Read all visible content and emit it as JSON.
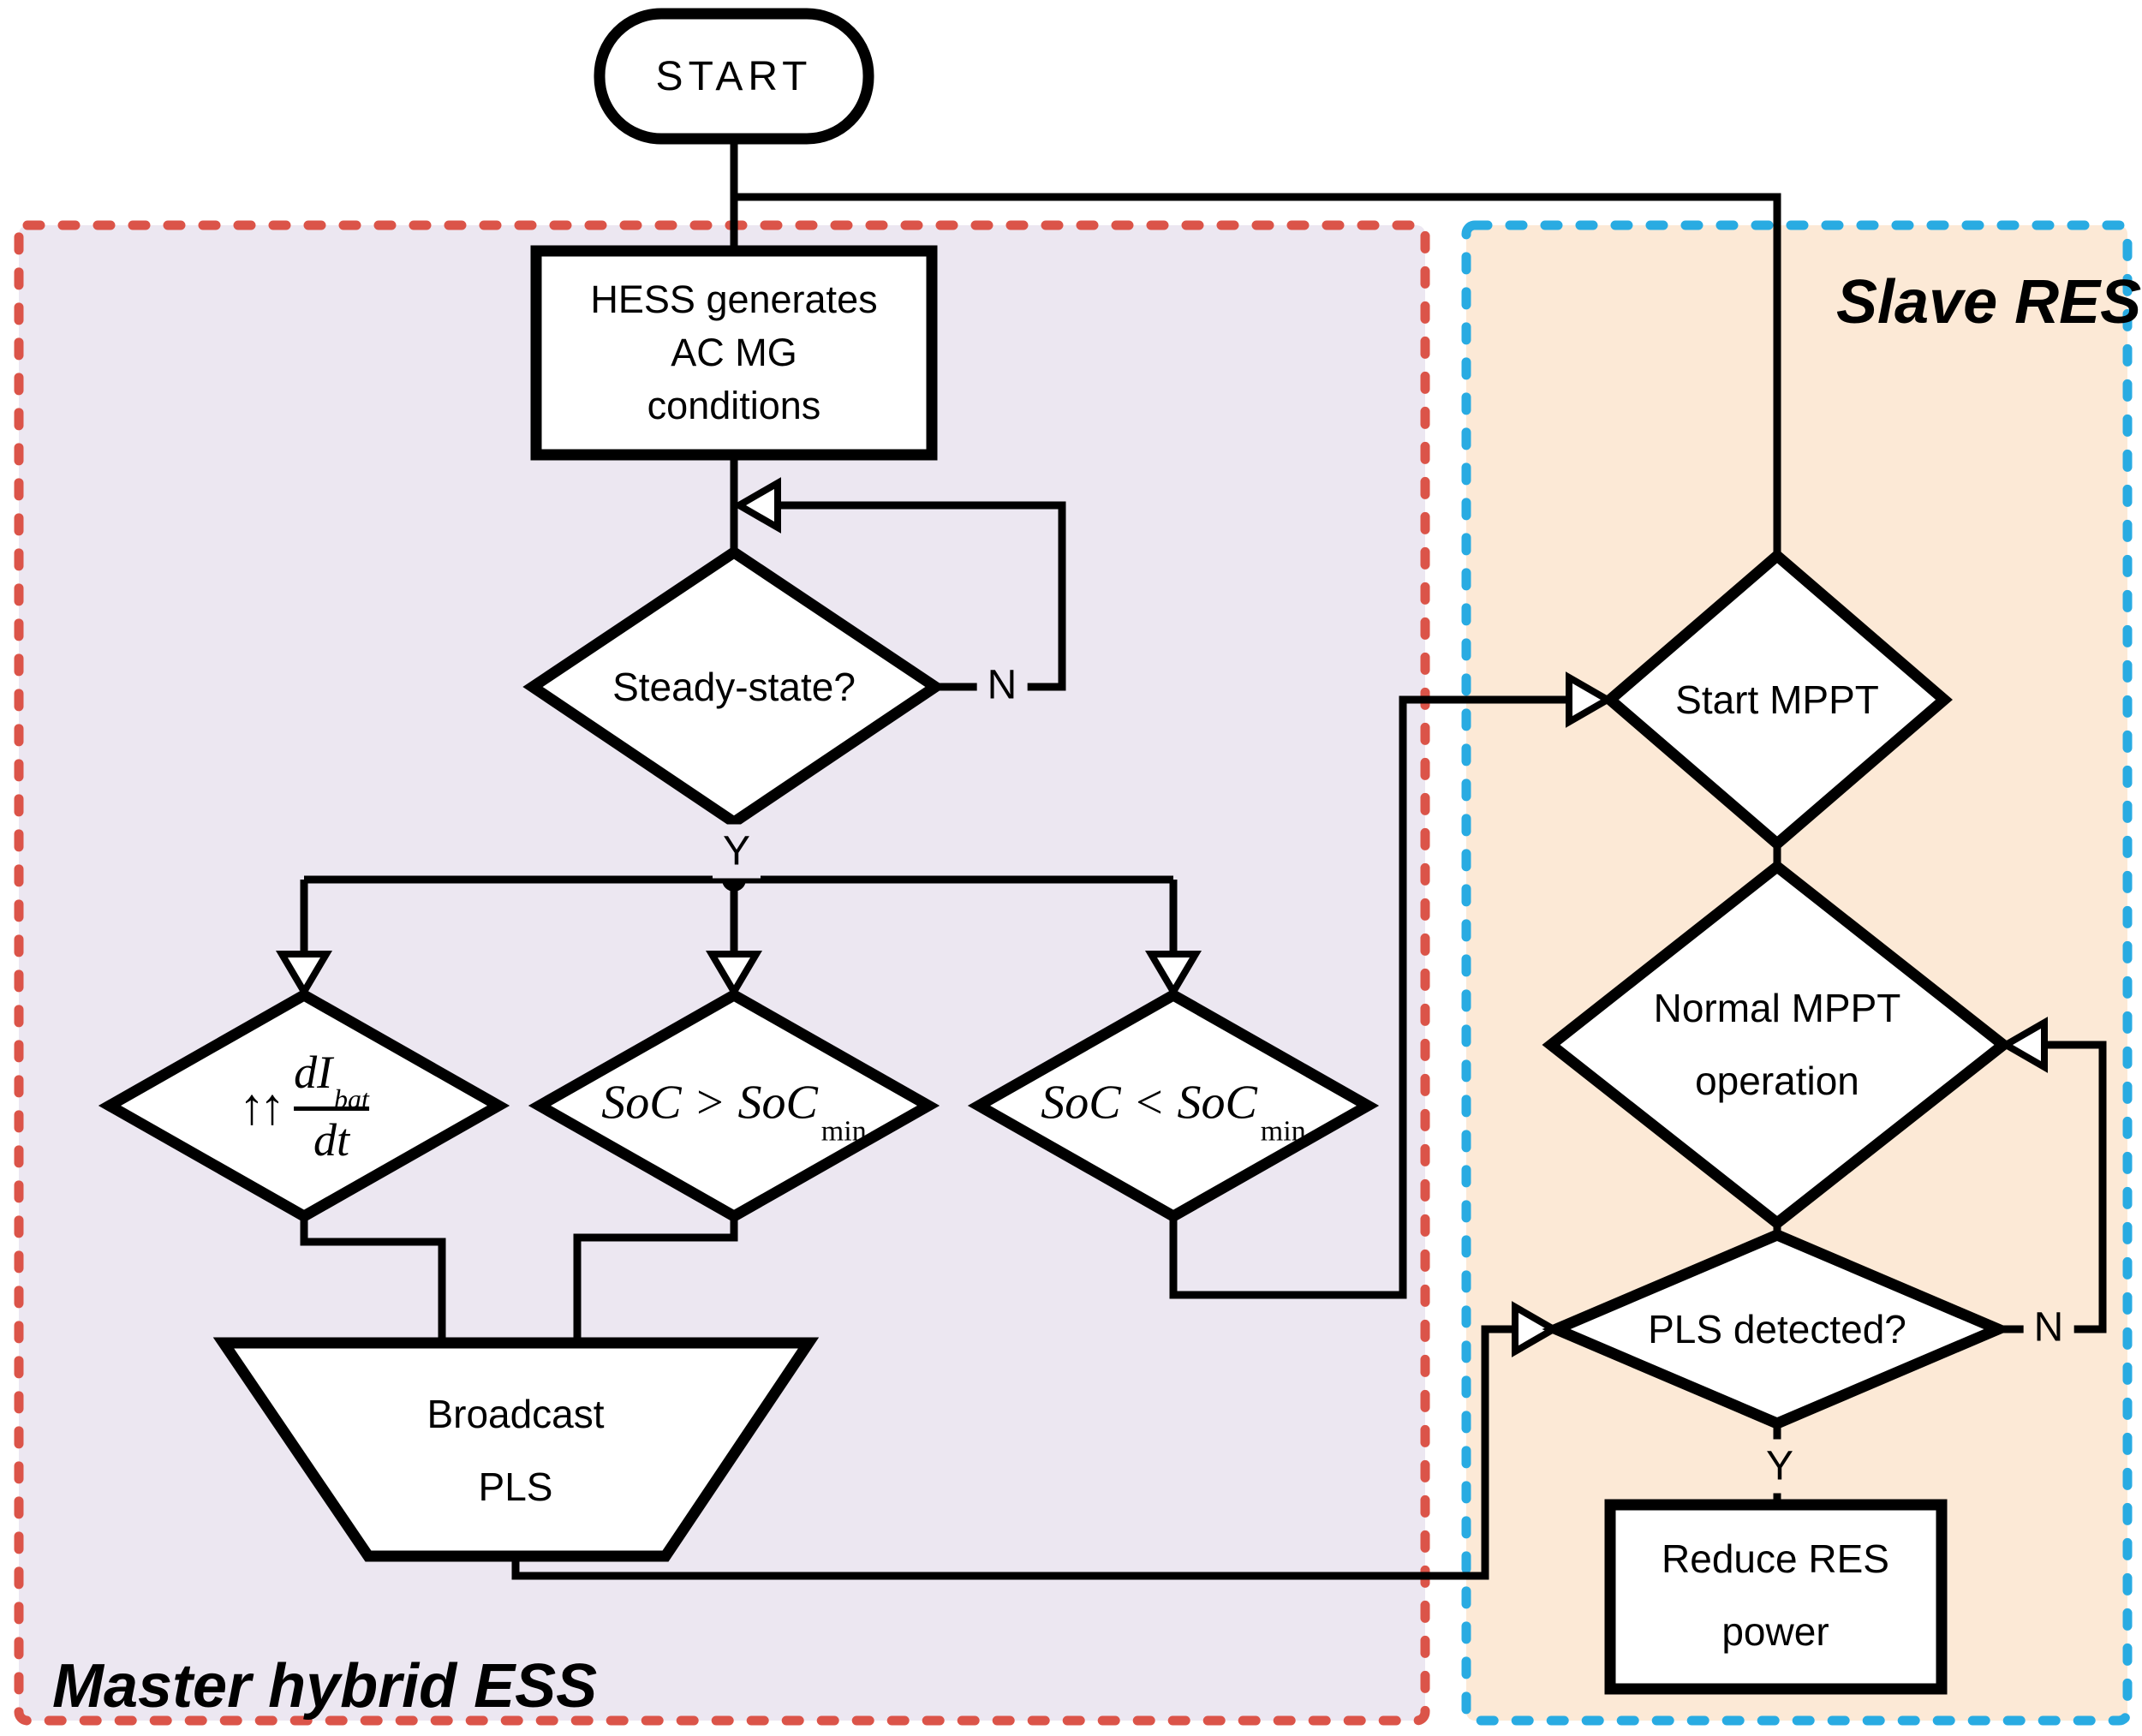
{
  "regions": {
    "master": {
      "label": "Master hybrid ESS",
      "border_color": "#DB5449",
      "fill_color": "#ECE7F1"
    },
    "slave": {
      "label": "Slave RES",
      "border_color": "#29ABE2",
      "fill_color": "#FCE9D6"
    }
  },
  "nodes": {
    "start": {
      "label": "START"
    },
    "hess": {
      "lines": [
        "HESS generates",
        "AC MG",
        "conditions"
      ]
    },
    "steady_state": {
      "label": "Steady-state?"
    },
    "dibat": {
      "arrows": "↑↑",
      "numerator": "dI",
      "numerator_sub": "bat",
      "denominator": "dt"
    },
    "soc_above": {
      "expr": "SoC > SoC",
      "sub": "min"
    },
    "soc_below": {
      "expr": "SoC < SoC",
      "sub": "min"
    },
    "broadcast_pls": {
      "lines": [
        "Broadcast",
        "PLS"
      ]
    },
    "start_mppt": {
      "label": "Start MPPT"
    },
    "normal_mppt": {
      "lines": [
        "Normal MPPT",
        "operation"
      ]
    },
    "pls_detected": {
      "label": "PLS detected?"
    },
    "reduce_res": {
      "lines": [
        "Reduce RES",
        "power"
      ]
    }
  },
  "edge_labels": {
    "steady_state_no": "N",
    "steady_state_yes": "Y",
    "pls_detected_no": "N",
    "pls_detected_yes": "Y"
  }
}
